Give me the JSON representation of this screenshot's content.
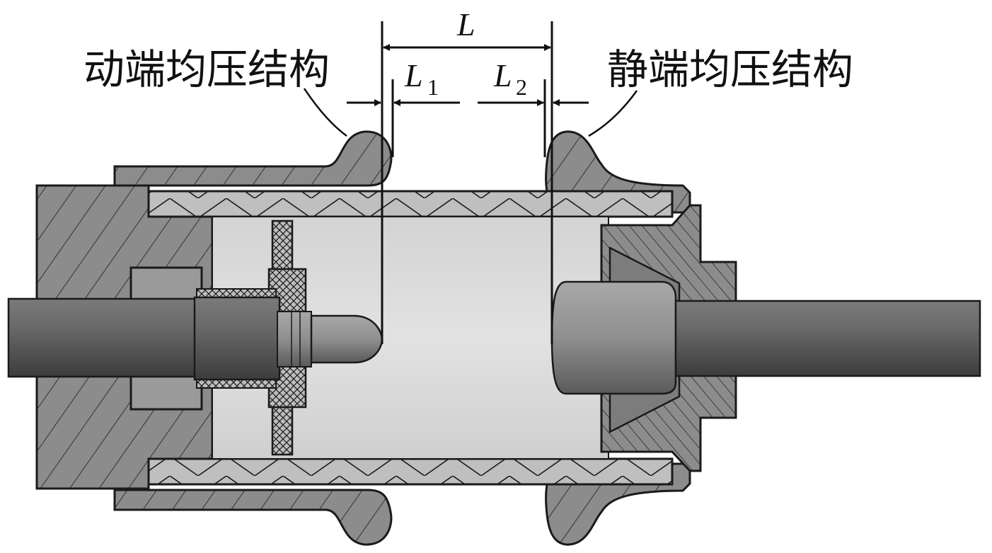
{
  "labels": {
    "moving_end": "动端均压结构",
    "static_end": "静端均压结构",
    "dim_total": "L",
    "dim_1_main": "L",
    "dim_1_sub": "1",
    "dim_2_main": "L",
    "dim_2_sub": "2"
  },
  "colors": {
    "metal_dark": "#6e6e6e",
    "metal_mid": "#9a9a9a",
    "metal_light": "#c9c9c9",
    "chamber": "#dcdcdc",
    "outline": "#1a1a1a",
    "rod": "#5a5a5a"
  }
}
